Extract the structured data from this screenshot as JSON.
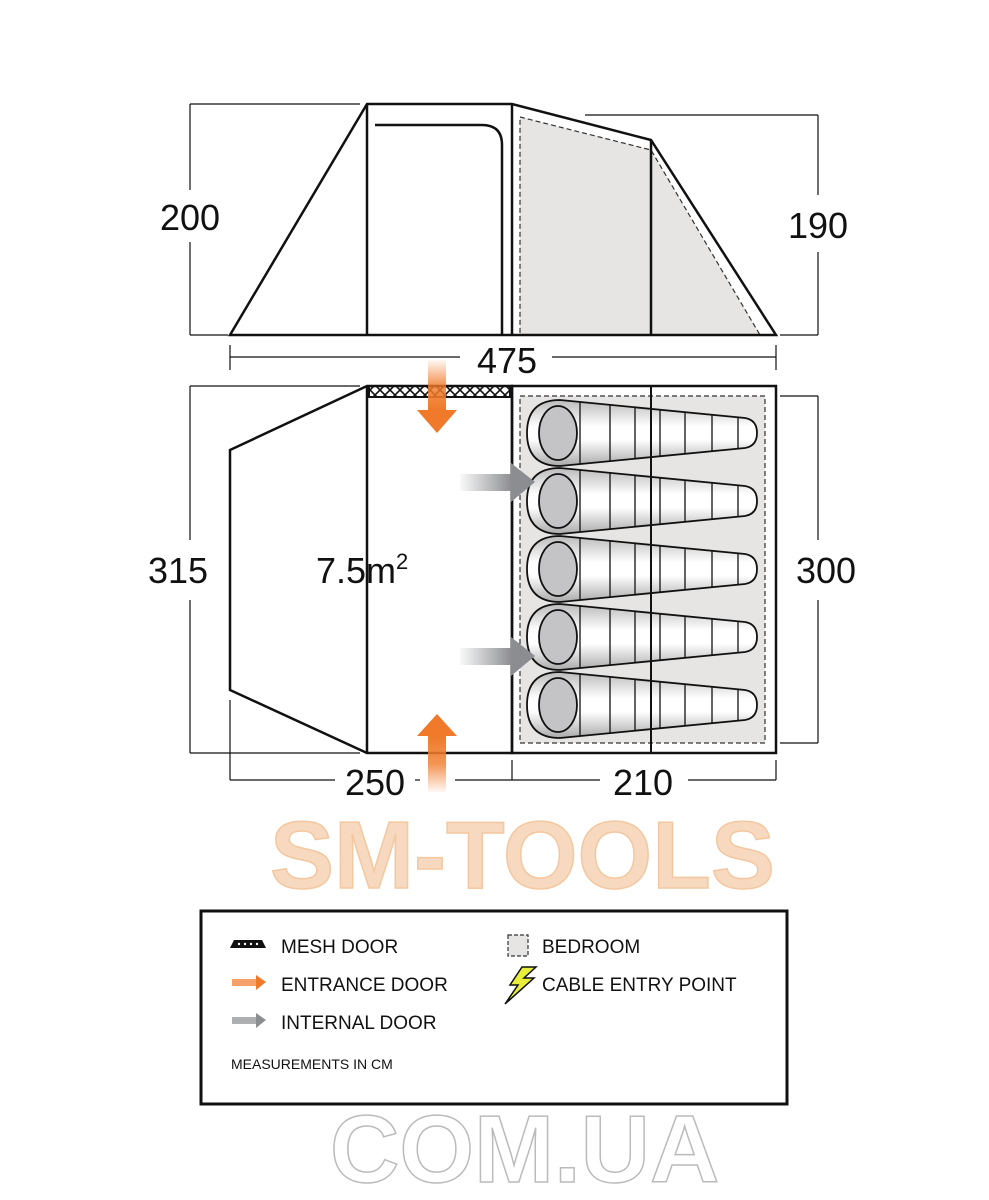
{
  "side_view": {
    "height_left": "200",
    "height_right": "190",
    "total_length": "475"
  },
  "floor_plan": {
    "depth_left": "315",
    "depth_right": "300",
    "living_area": "7.5m",
    "living_area_sup": "2",
    "living_length": "250",
    "bedroom_length": "210",
    "berths": 5
  },
  "legend": {
    "mesh_door": "MESH DOOR",
    "entrance_door": "ENTRANCE DOOR",
    "internal_door": "INTERNAL DOOR",
    "bedroom": "BEDROOM",
    "cable_entry": "CABLE ENTRY POINT",
    "note": "MEASUREMENTS IN CM"
  },
  "watermark": {
    "line1": "SM-TOOLS",
    "line2": "COM.UA"
  },
  "colors": {
    "entrance": "#f07a2a",
    "internal": "#8c8d90",
    "bedroom": "#e6e5e4",
    "cable": "#e8ee3a"
  }
}
